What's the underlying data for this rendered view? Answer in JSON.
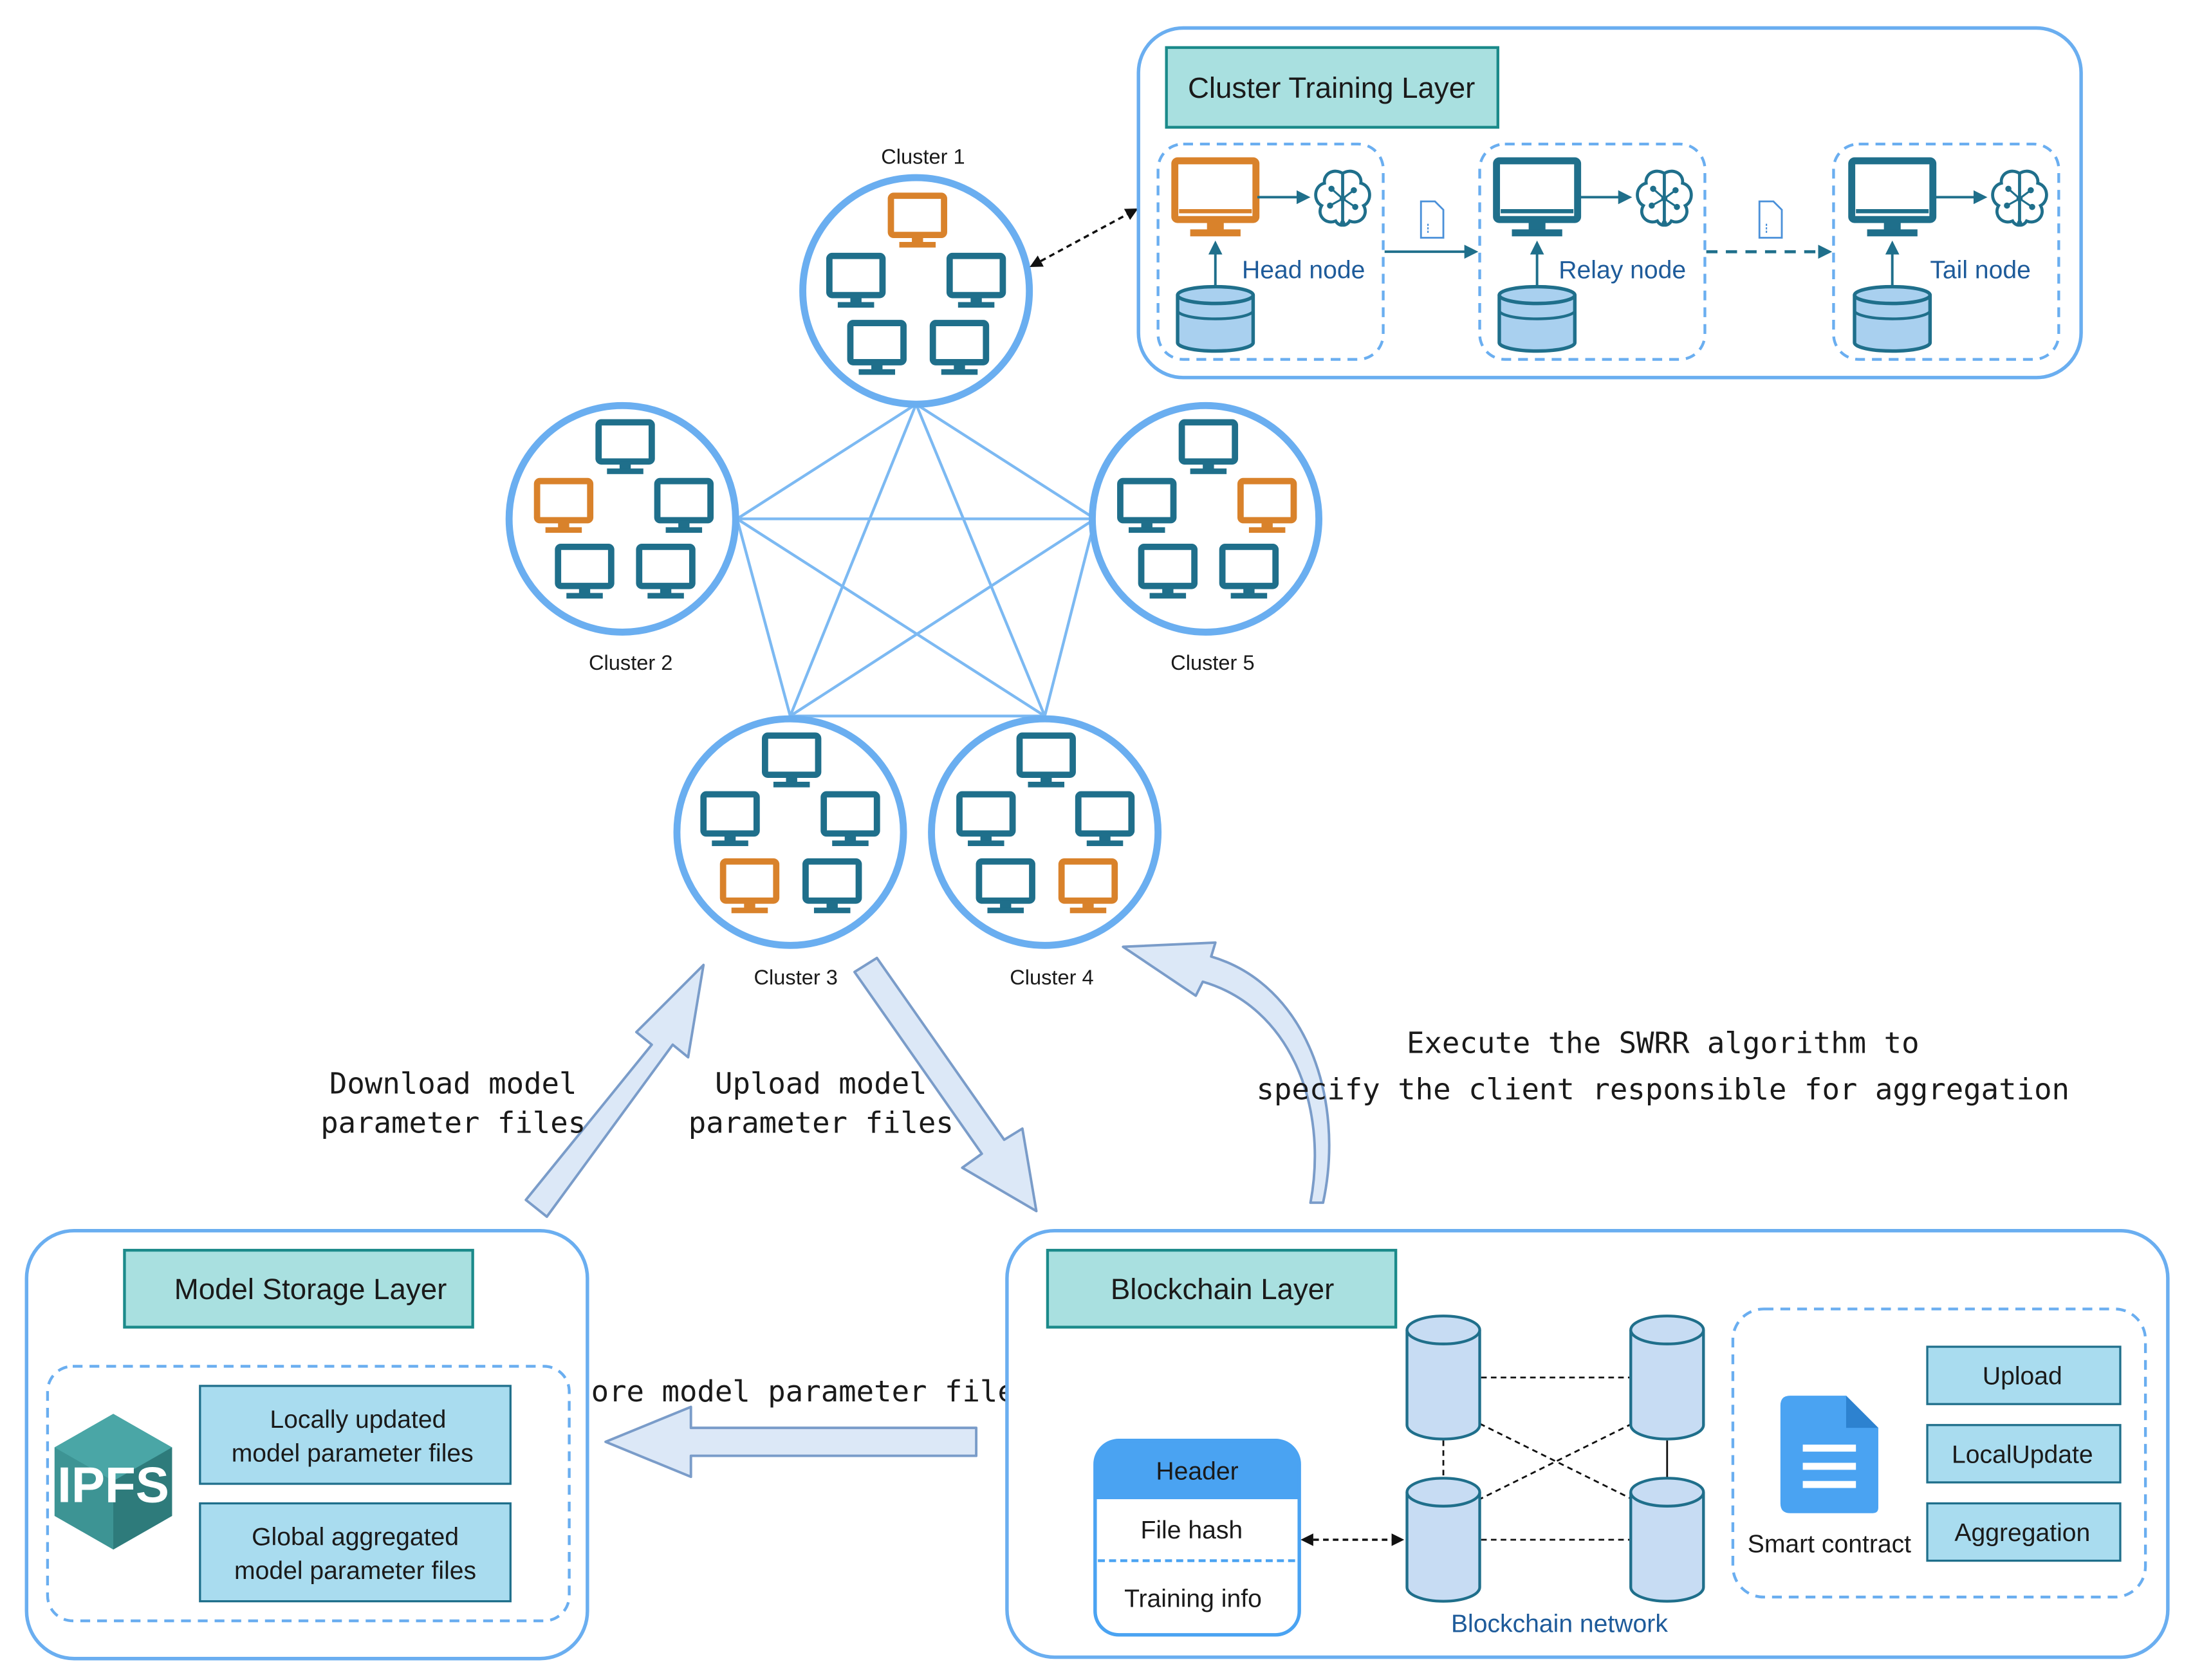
{
  "colors": {
    "cluster_stroke": "#6aaef0",
    "mesh_line": "#7cb9f2",
    "monitor_blue": "#1f6f8b",
    "monitor_orange": "#d9822b",
    "layer_border": "#6aaef0",
    "title_box_fill": "#a9e0e0",
    "title_box_stroke": "#1b8a8a",
    "dashed_box": "#6aaef0",
    "param_box_fill": "#a9dcef",
    "param_box_stroke": "#1f6f8b",
    "db_fill": "#a9d0ef",
    "blockchain_db_fill": "#c7dcf3",
    "big_arrow_fill": "#dce8f7",
    "big_arrow_stroke": "#7a9cc9",
    "header_fill": "#4aa3f2",
    "ipfs_dark": "#2e7b7b",
    "ipfs_light": "#3d9494",
    "text_dark": "#1a1a1a",
    "text_blue": "#1e5b9a"
  },
  "clusters": [
    {
      "label": "Cluster 1"
    },
    {
      "label": "Cluster 2"
    },
    {
      "label": "Cluster 3"
    },
    {
      "label": "Cluster 4"
    },
    {
      "label": "Cluster 5"
    }
  ],
  "cluster_training_layer": {
    "title": "Cluster Training Layer",
    "nodes": [
      {
        "label": "Head node"
      },
      {
        "label": "Relay node"
      },
      {
        "label": "Tail node"
      }
    ]
  },
  "model_storage_layer": {
    "title": "Model Storage Layer",
    "ipfs_logo": "IPFS",
    "files": [
      {
        "line1": "Locally updated",
        "line2": "model parameter files"
      },
      {
        "line1": "Global aggregated",
        "line2": "model parameter files"
      }
    ]
  },
  "blockchain_layer": {
    "title": "Blockchain Layer",
    "block": {
      "header": "Header",
      "field1": "File hash",
      "field2": "Training info"
    },
    "network_label": "Blockchain network",
    "smart_contract_label": "Smart contract",
    "functions": [
      "Upload",
      "LocalUpdate",
      "Aggregation"
    ]
  },
  "annotations": {
    "download": {
      "line1": "Download model",
      "line2": "parameter files"
    },
    "upload": {
      "line1": "Upload model",
      "line2": "parameter files"
    },
    "store": "Store model parameter files",
    "swrr": {
      "line1": "Execute the SWRR algorithm to",
      "line2": "specify the client responsible for aggregation"
    }
  }
}
